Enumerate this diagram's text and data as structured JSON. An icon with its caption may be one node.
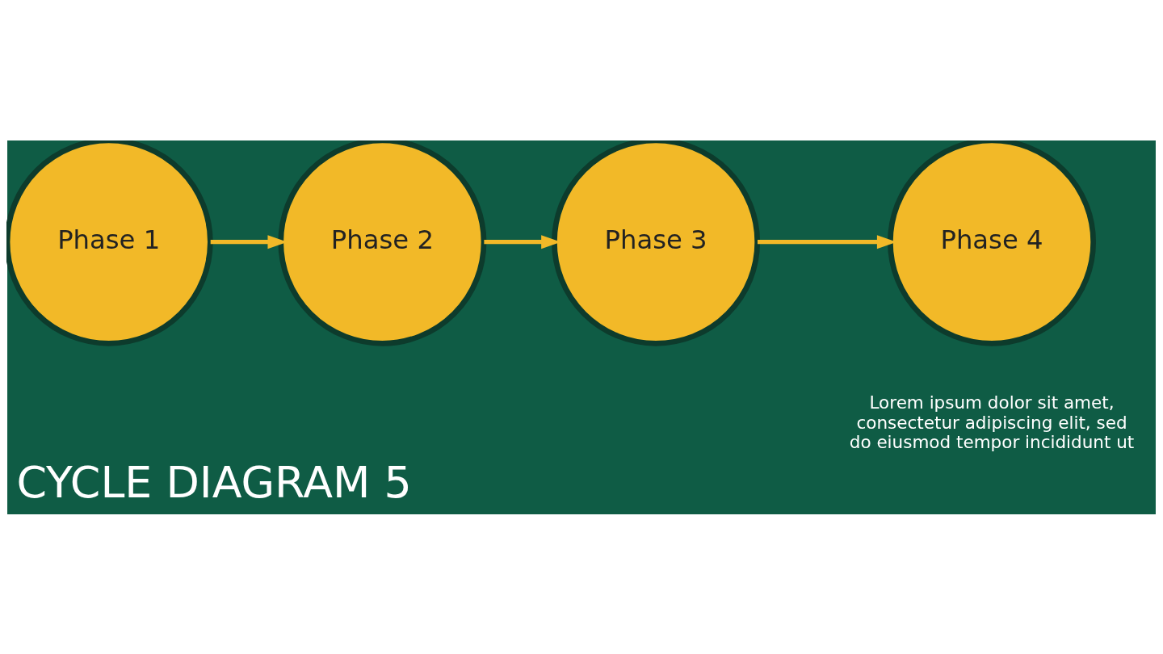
{
  "diagram": {
    "title": "CYCLE DIAGRAM 5",
    "nodes": [
      {
        "text": [
          "Phase 1"
        ]
      },
      {
        "text": [
          "Phase 2"
        ]
      },
      {
        "text": [
          "Phase 3"
        ]
      },
      {
        "text": [
          "Phase 4"
        ]
      }
    ],
    "edges": [
      {
        "from": 0,
        "to": 1,
        "arrow": "to"
      },
      {
        "from": 1,
        "to": 2,
        "arrow": "to"
      },
      {
        "from": 2,
        "to": 3,
        "arrow": "to"
      }
    ],
    "labels": [
      "Lorem ipsum dolor sit amet, consectetur adipiscing elit, sed do eiusmod tempor incididunt ut"
    ]
  }
}
